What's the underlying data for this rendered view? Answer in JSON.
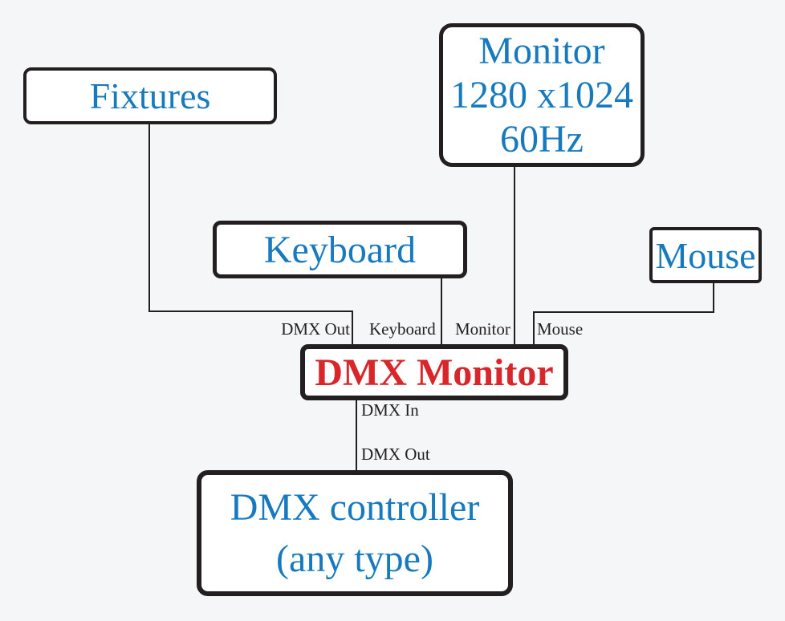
{
  "colors": {
    "background": "#f5f6f8",
    "box_fill": "#ffffff",
    "ink": "#231f20",
    "text_blue": "#187abe",
    "text_red": "#d8262b"
  },
  "nodes": {
    "fixtures": {
      "label": "Fixtures"
    },
    "monitor": {
      "lines": [
        "Monitor",
        "1280 x1024",
        "60Hz"
      ]
    },
    "keyboard": {
      "label": "Keyboard"
    },
    "mouse": {
      "label": "Mouse"
    },
    "dmx_monitor": {
      "label": "DMX Monitor"
    },
    "dmx_controller": {
      "lines": [
        "DMX controller",
        "(any type)"
      ]
    }
  },
  "edges": [
    {
      "from": "fixtures",
      "to": "dmx_monitor",
      "label": "DMX Out"
    },
    {
      "from": "keyboard",
      "to": "dmx_monitor",
      "label": "Keyboard"
    },
    {
      "from": "monitor",
      "to": "dmx_monitor",
      "label": "Monitor"
    },
    {
      "from": "mouse",
      "to": "dmx_monitor",
      "label": "Mouse"
    },
    {
      "from": "dmx_monitor",
      "to": "dmx_controller",
      "label": "DMX In"
    },
    {
      "from": "dmx_controller",
      "to": "dmx_monitor",
      "label": "DMX Out"
    }
  ]
}
